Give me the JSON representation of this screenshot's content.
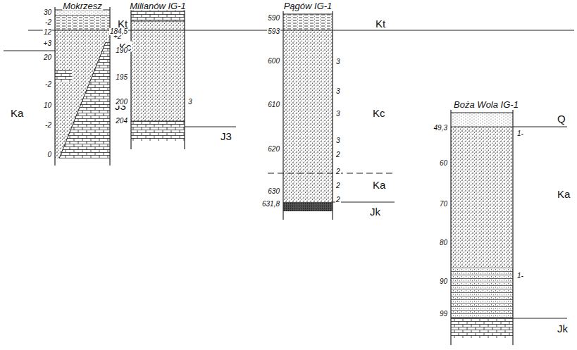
{
  "diagram": {
    "labels": [
      "Mokrzesz",
      "30",
      "-2",
      "12",
      "+3",
      "20",
      "-2",
      "10",
      "-2",
      "0",
      "Ka",
      "Kt",
      "+2",
      "Kc",
      "J3",
      "Milianów IG-1",
      "184,5",
      "190",
      "195",
      "200",
      "204",
      "3",
      "J3",
      "Pągów IG-1",
      "590",
      "593",
      "600",
      "610",
      "620",
      "630",
      "631,8",
      "3",
      "3",
      "3",
      "3",
      "2",
      "2",
      "2",
      "2",
      "Kt",
      "Kc",
      "Ka",
      "Jk",
      "Boża Wola IG-1",
      "49,3",
      "60",
      "70",
      "80",
      "90",
      "99",
      "1-",
      "1-",
      "Q",
      "Ka",
      "Jk"
    ]
  }
}
